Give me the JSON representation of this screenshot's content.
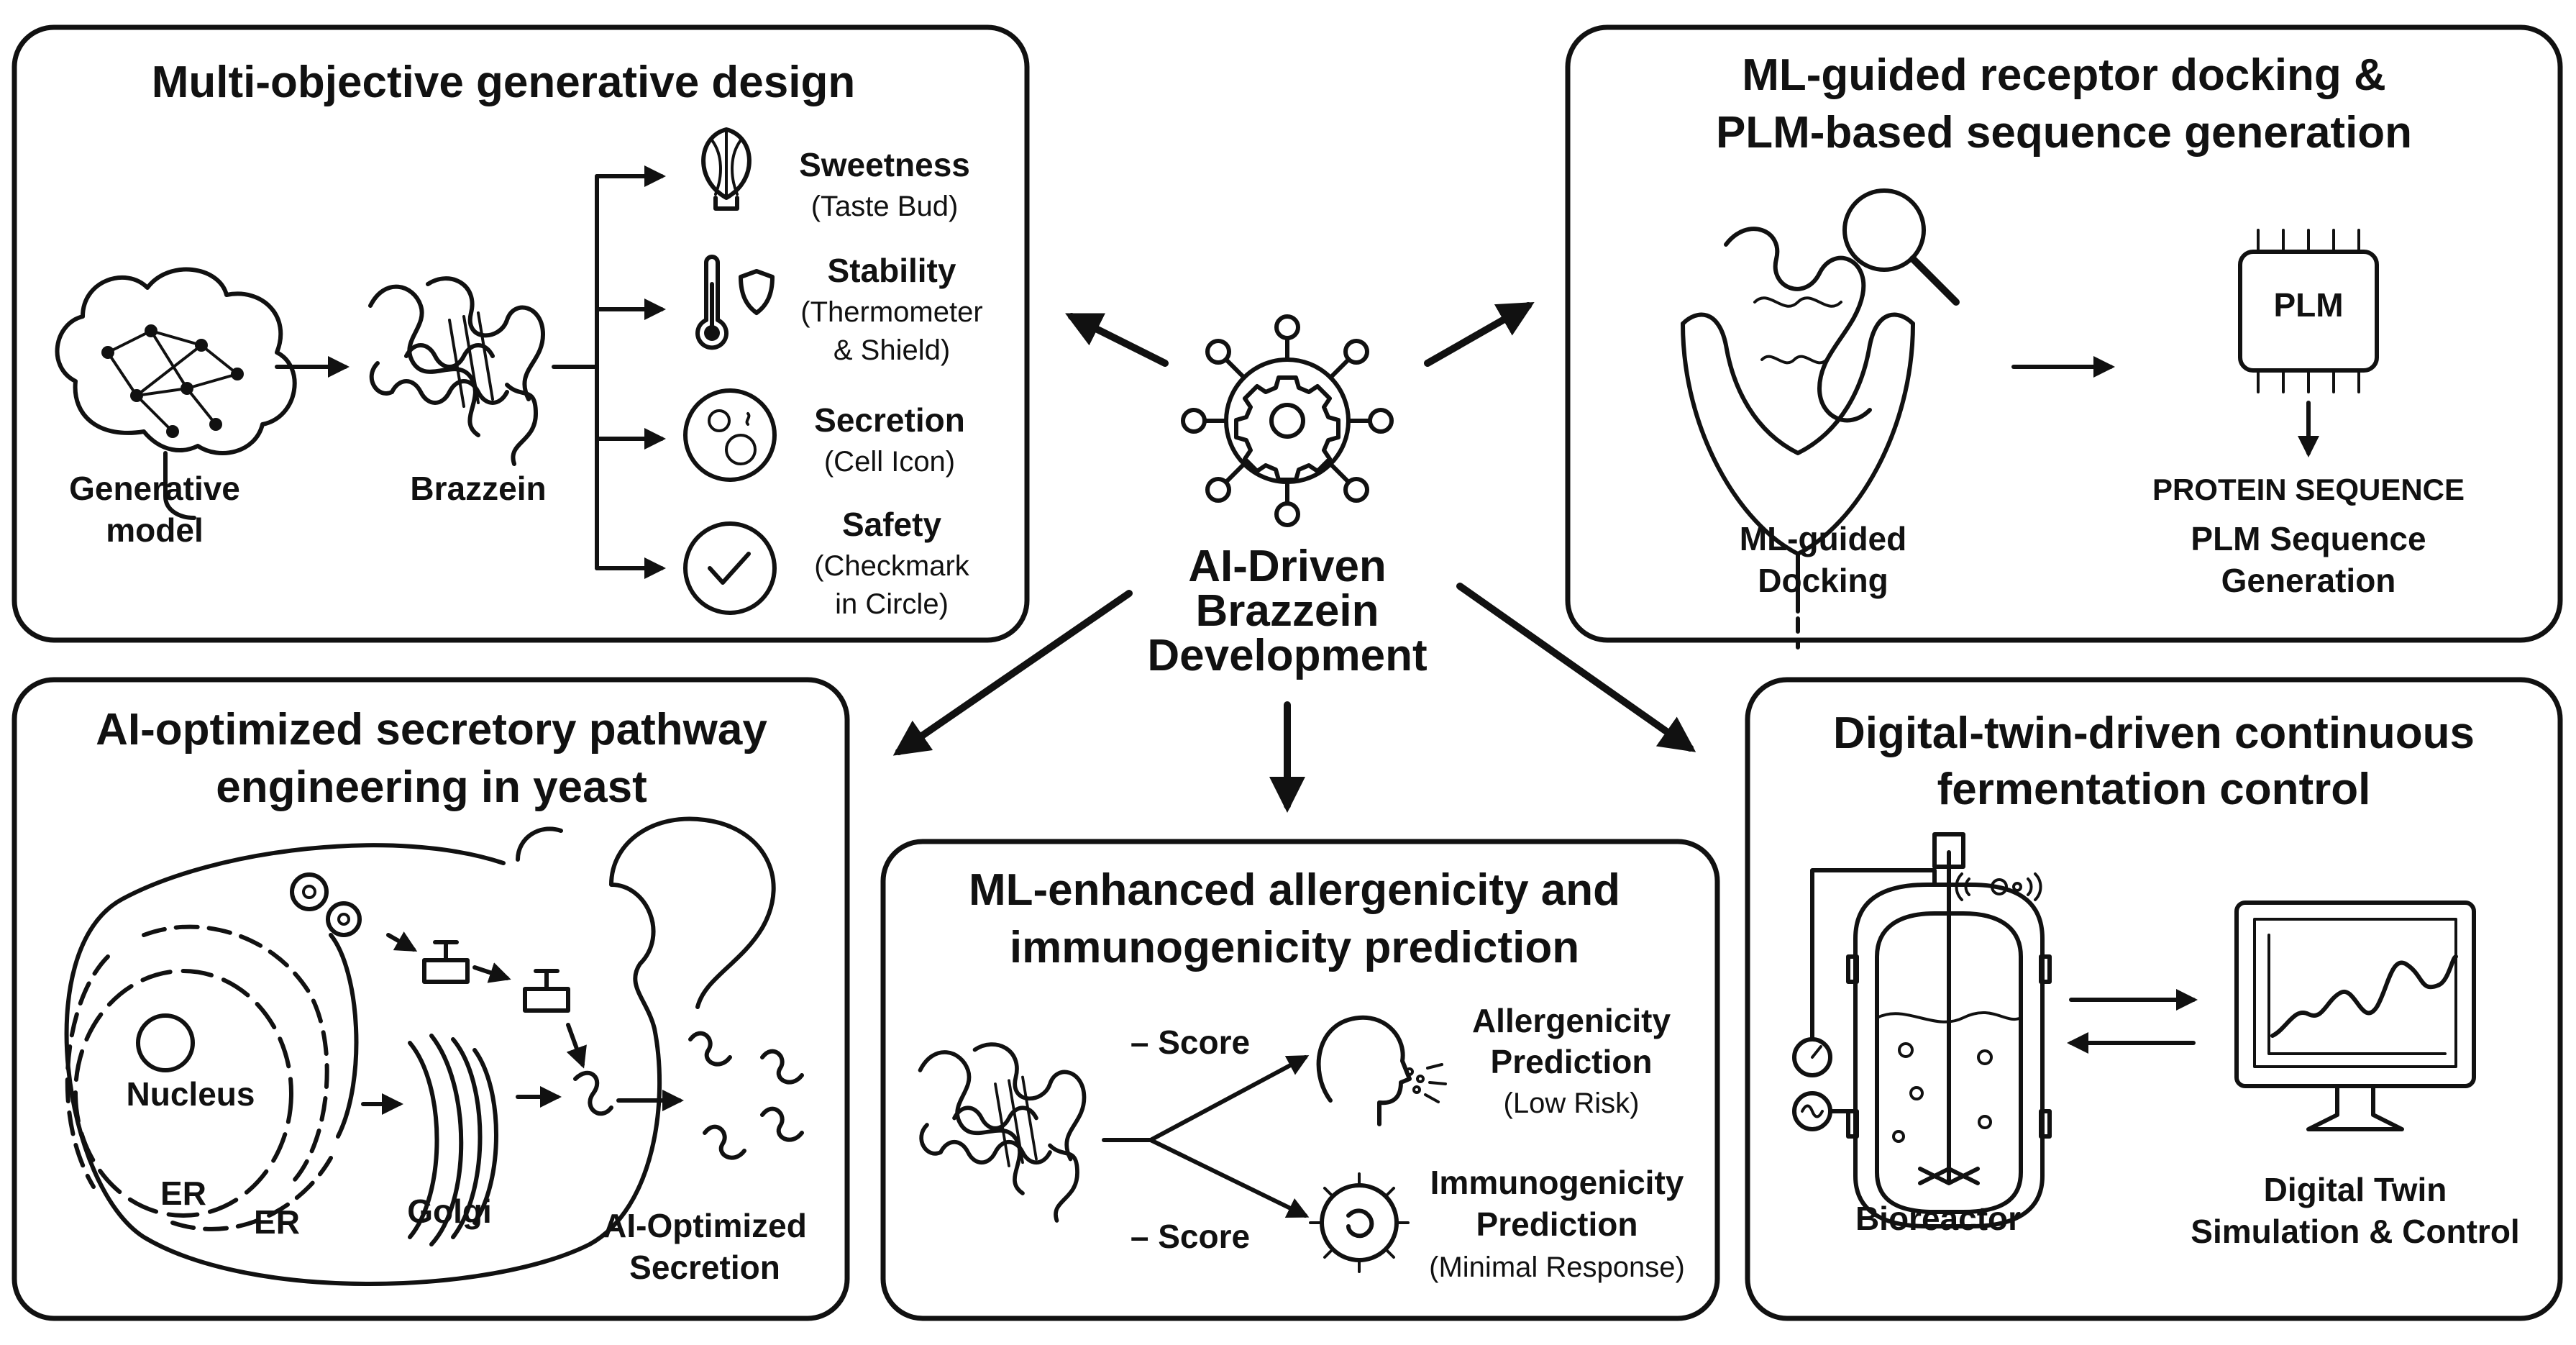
{
  "center": {
    "title_lines": [
      "AI-Driven",
      "Brazzein",
      "Development"
    ],
    "icon": "gear-network-icon"
  },
  "panels": {
    "generative": {
      "title": "Multi-objective generative design",
      "model_label": [
        "Generative",
        "model"
      ],
      "protein_label": "Brazzein",
      "objectives": [
        {
          "label": "Sweetness",
          "desc": [
            "(Taste Bud)"
          ],
          "icon": "taste-bud-icon"
        },
        {
          "label": "Stability",
          "desc": [
            "(Thermometer",
            "& Shield)"
          ],
          "icon": "thermometer-shield-icon"
        },
        {
          "label": "Secretion",
          "desc": [
            "(Cell Icon)"
          ],
          "icon": "cell-icon"
        },
        {
          "label": "Safety",
          "desc": [
            "(Checkmark",
            "in Circle)"
          ],
          "icon": "checkmark-circle-icon"
        }
      ]
    },
    "docking": {
      "title_lines": [
        "ML-guided receptor docking &",
        "PLM-based sequence generation"
      ],
      "docking_label": [
        "ML-guided",
        "Docking"
      ],
      "chip_label": "PLM",
      "sequence_caption": "PROTEIN SEQUENCE",
      "generation_label": [
        "PLM Sequence",
        "Generation"
      ]
    },
    "secretory": {
      "title_lines": [
        "AI-optimized secretory pathway",
        "engineering in yeast"
      ],
      "nucleus_label": "Nucleus",
      "er_labels": [
        "ER",
        "ER"
      ],
      "golgi_label": "Golgi",
      "output_label": [
        "AI-Optimized",
        "Secretion"
      ]
    },
    "allergenicity": {
      "title_lines": [
        "ML-enhanced allergenicity and",
        "immunogenicity prediction"
      ],
      "score_labels": [
        "– Score",
        "– Score"
      ],
      "allergen_label": [
        "Allergenicity",
        "Prediction"
      ],
      "allergen_desc": "(Low Risk)",
      "immuno_label": [
        "Immunogenicity",
        "Prediction"
      ],
      "immuno_desc": "(Minimal Response)"
    },
    "fermentation": {
      "title_lines": [
        "Digital-twin-driven continuous",
        "fermentation control"
      ],
      "bioreactor_label": "Bioreactor",
      "twin_label": [
        "Digital Twin",
        "Simulation & Control"
      ]
    }
  }
}
